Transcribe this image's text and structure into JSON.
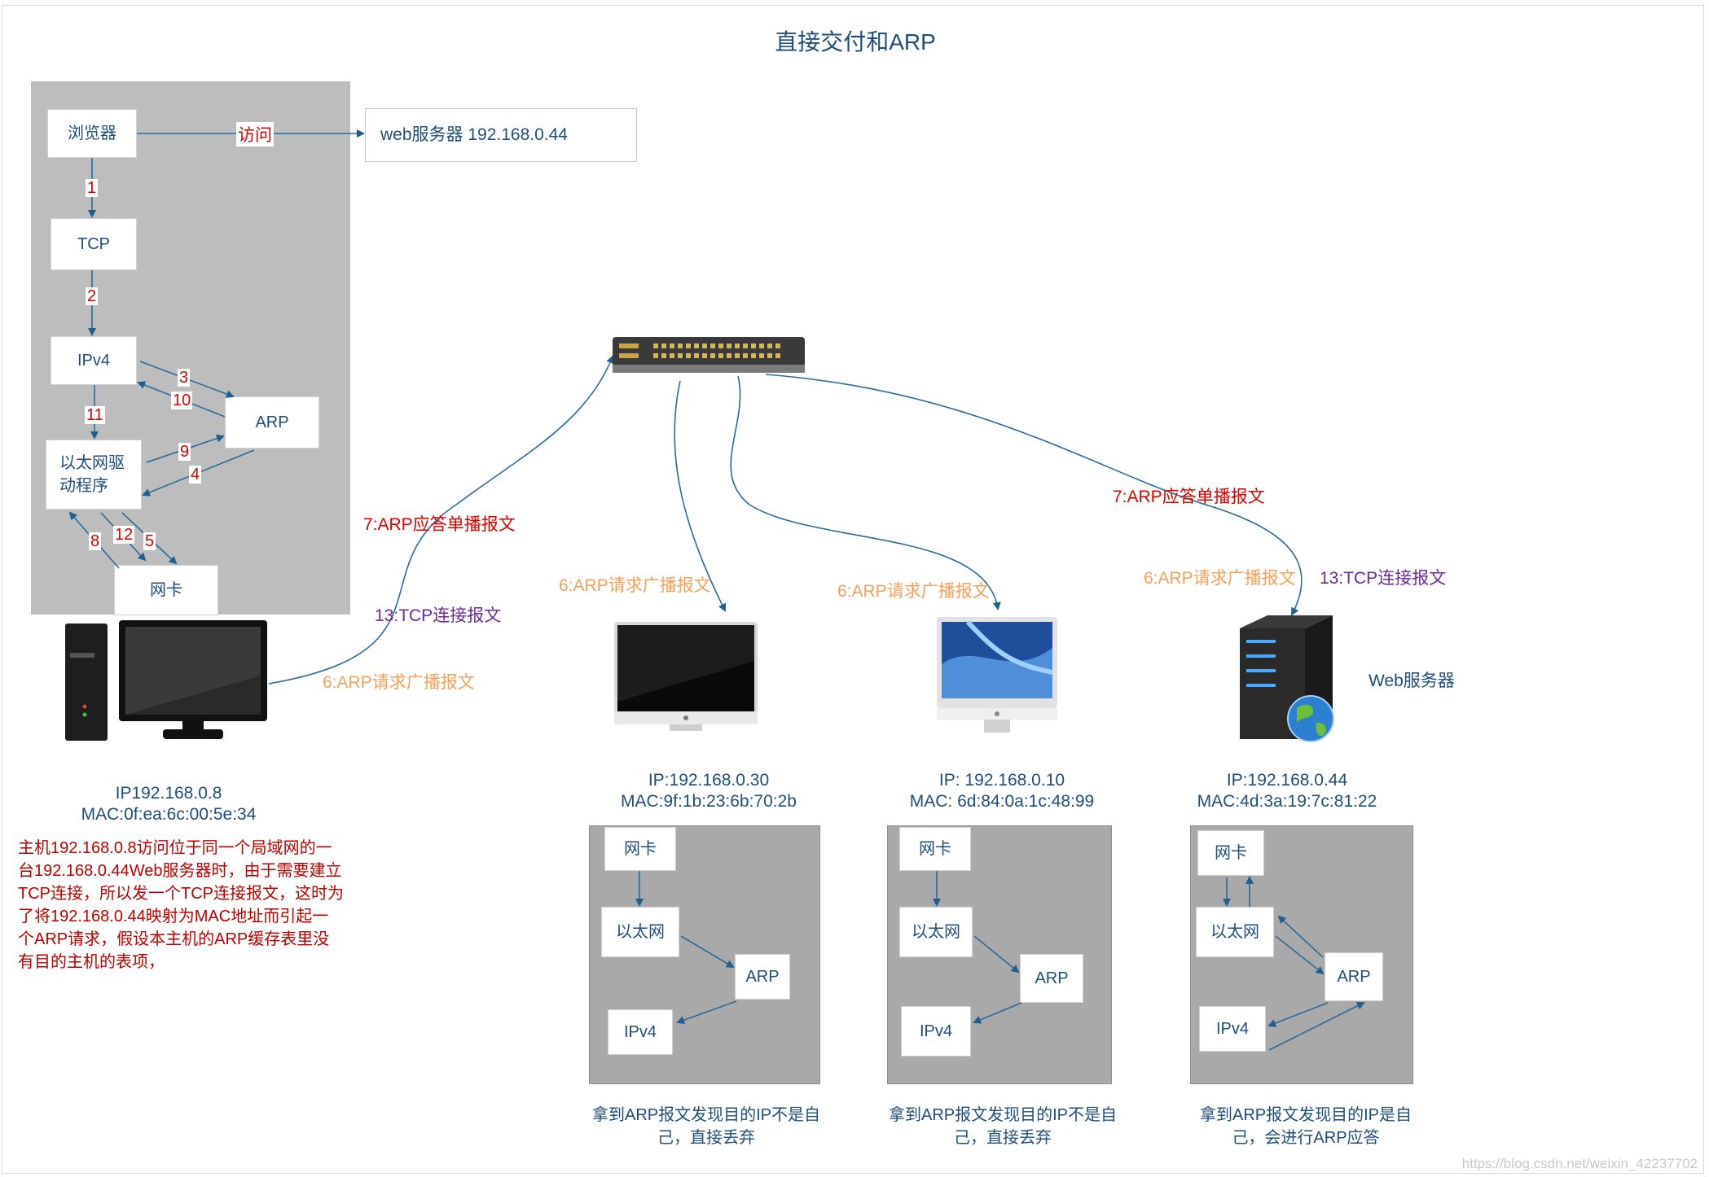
{
  "title": "直接交付和ARP",
  "host": {
    "browser": "浏览器",
    "visit": "访问",
    "web_server_box": "web服务器 192.168.0.44",
    "tcp": "TCP",
    "ipv4": "IPv4",
    "arp": "ARP",
    "ethernet_driver": "以太网驱\n动程序",
    "nic": "网卡",
    "steps": [
      "1",
      "2",
      "3",
      "10",
      "11",
      "9",
      "4",
      "8",
      "12",
      "5"
    ],
    "ip_line": "IP192.168.0.8",
    "mac_line": "MAC:0f:ea:6c:00:5e:34",
    "description": "主机192.168.0.8访问位于同一个局域网的一台192.168.0.44Web服务器时，由于需要建立TCP连接，所以发一个TCP连接报文，这时为了将192.168.0.44映射为MAC地址而引起一个ARP请求，假设本主机的ARP缓存表里没有目的主机的表项，"
  },
  "link_labels": {
    "arp_reply_left": "7:ARP应答单播报文",
    "tcp_left": "13:TCP连接报文",
    "arp_req_left": "6:ARP请求广播报文",
    "arp_req_imac": "6:ARP请求广播报文",
    "arp_req_mon": "6:ARP请求广播报文",
    "arp_reply_right": "7:ARP应答单播报文",
    "arp_req_server": "6:ARP请求广播报文",
    "tcp_right": "13:TCP连接报文"
  },
  "hosts": [
    {
      "ip": "IP:192.168.0.30",
      "mac": "MAC:9f:1b:23:6b:70:2b",
      "nic": "网卡",
      "eth": "以太网",
      "arp": "ARP",
      "ipv4": "IPv4",
      "caption": "拿到ARP报文发现目的IP不是自己，直接丢弃"
    },
    {
      "ip": "IP: 192.168.0.10",
      "mac": "MAC: 6d:84:0a:1c:48:99",
      "nic": "网卡",
      "eth": "以太网",
      "arp": "ARP",
      "ipv4": "IPv4",
      "caption": "拿到ARP报文发现目的IP不是自己，直接丢弃"
    },
    {
      "name": "Web服务器",
      "ip": "IP:192.168.0.44",
      "mac": "MAC:4d:3a:19:7c:81:22",
      "nic": "网卡",
      "eth": "以太网",
      "arp": "ARP",
      "ipv4": "IPv4",
      "caption": "拿到ARP报文发现目的IP是自己，会进行ARP应答"
    }
  ],
  "watermark": "https://blog.csdn.net/weixin_42237702",
  "colors": {
    "label_red": "#e00000",
    "label_orange": "#f5a05a",
    "label_purple": "#6a2b9a",
    "text_blue": "#1f4e79",
    "panel_gray": "#bdbdbd"
  },
  "icons": [
    "switch-icon",
    "pc-tower-icon",
    "monitor-icon",
    "imac-icon",
    "imac-blue-icon",
    "server-icon",
    "globe-icon"
  ]
}
